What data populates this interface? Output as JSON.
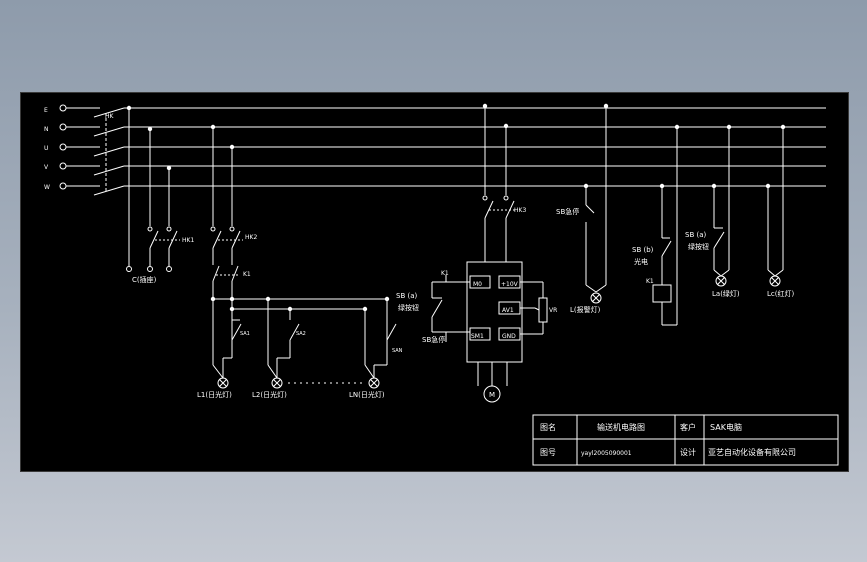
{
  "bus_labels": [
    "E",
    "N",
    "U",
    "V",
    "W"
  ],
  "labels": {
    "hk": "HK",
    "hk1": "HK1",
    "hk2": "HK2",
    "hk3": "HK3",
    "k1_top": "K1",
    "k1_mid": "K1",
    "socket": "C(插座)",
    "sa1": "SA1",
    "sa2": "SA2",
    "san": "SAN",
    "l1": "L1(日光灯)",
    "l2": "L2(日光灯)",
    "ln": "LN(日光灯)",
    "sb_a_1": "SB (a)",
    "sb_a_1b": "绿按钮",
    "sb_stop_left": "SB急停",
    "sb_stop_right": "SB急停",
    "sb_b": "SB (b)",
    "sb_b2": "光电",
    "k1_coil": "K1",
    "sb_a_2": "SB (a)",
    "sb_a_2b": "绿按钮",
    "la": "La(绿灯)",
    "lc": "Lc(红灯)",
    "l_alarm": "L(报警灯)",
    "vfd_m0": "M0",
    "vfd_10v": "+10V",
    "vfd_av1": "AV1",
    "vfd_sm1": "SM1",
    "vfd_gnd": "GND",
    "vr": "VR",
    "motor": "M"
  },
  "title_block": {
    "name_label": "图名",
    "name_value": "输送机电路图",
    "client_label": "客户",
    "client_value": "SAK电脑",
    "number_label": "图号",
    "number_value": "yayl2005090001",
    "design_label": "设计",
    "design_value": "亚艺自动化设备有限公司"
  }
}
